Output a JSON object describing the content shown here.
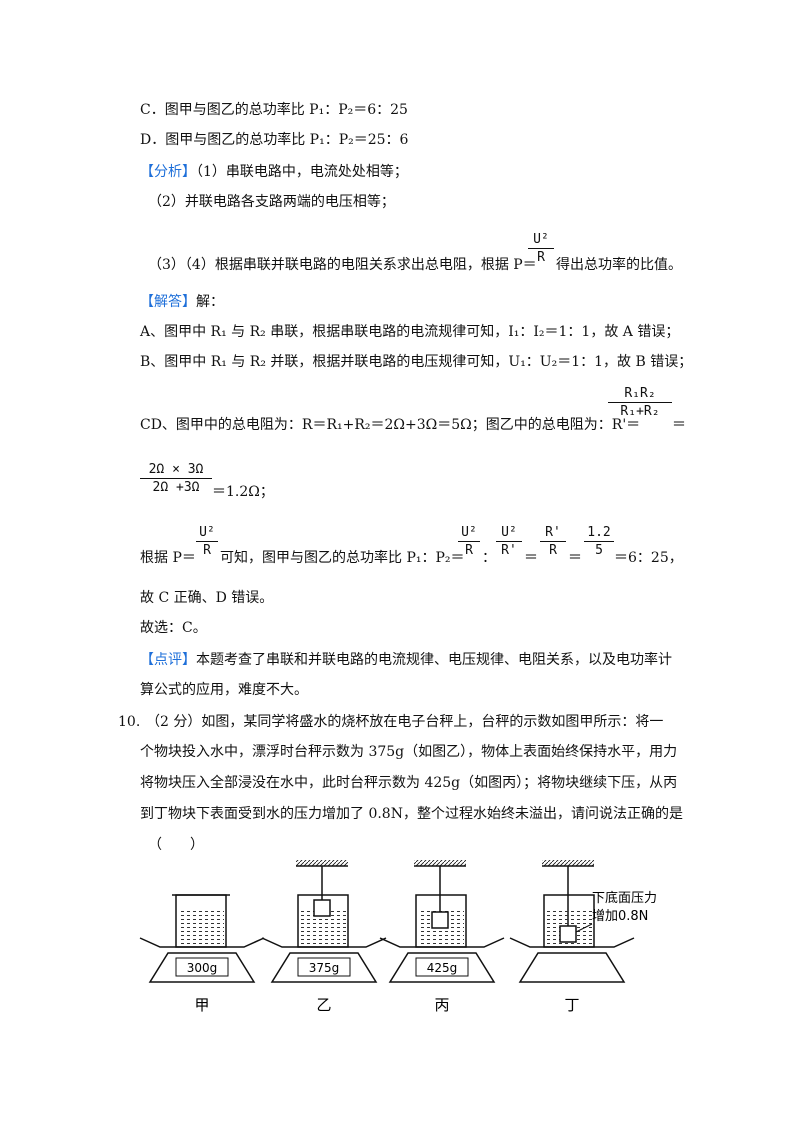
{
  "options": {
    "c": "C．图甲与图乙的总功率比 P₁：P₂＝6：25",
    "d": "D．图甲与图乙的总功率比 P₁：P₂＝25：6"
  },
  "analysis": {
    "tag": "【分析】",
    "p1": "（1）串联电路中，电流处处相等；",
    "p2": "（2）并联电路各支路两端的电压相等；",
    "p3_before": "（3）（4）根据串联并联电路的电阻关系求出总电阻，根据 P＝",
    "p3_after": "得出总功率的比值。",
    "formula_num": "U²",
    "formula_den": "R"
  },
  "answer": {
    "tag": "【解答】",
    "label": "解：",
    "a": "A、图甲中 R₁ 与 R₂ 串联，根据串联电路的电流规律可知，I₁：I₂＝1：1，故 A 错误；",
    "b": "B、图甲中 R₁ 与 R₂ 并联，根据并联电路的电压规律可知，U₁：U₂＝1：1，故 B 错误；",
    "cd": "CD、图甲中的总电阻为：R＝R₁+R₂＝2Ω+3Ω＝5Ω；图乙中的总电阻为：R'＝",
    "cd_frac_num": "R₁R₂",
    "cd_frac_den": "R₁+R₂",
    "cd_eq": "＝",
    "calc_num": "2Ω × 3Ω",
    "calc_den": "2Ω +3Ω",
    "calc_result": "＝1.2Ω；",
    "ratio_before": "根据 P＝",
    "ratio_mid": "可知，图甲与图乙的总功率比 P₁：P₂＝",
    "ratio_sep": "：",
    "ratio_eq1": "＝",
    "ratio_eq2": "＝",
    "ratio_result": "＝6：25，",
    "f_u2": "U²",
    "f_r": "R",
    "f_rp": "R'",
    "f_12": "1.2",
    "f_5": "5",
    "conclusion": "故 C 正确、D 错误。",
    "choice": "故选：C。"
  },
  "comment": {
    "tag": "【点评】",
    "text1": "本题考查了串联和并联电路的电流规律、电压规律、电阻关系，以及电功率计",
    "text2": "算公式的应用，难度不大。"
  },
  "question10": {
    "number": "10.",
    "line1": "（2 分）如图，某同学将盛水的烧杯放在电子台秤上，台秤的示数如图甲所示：将一",
    "line2": "个物块投入水中，漂浮时台秤示数为 375g（如图乙），物体上表面始终保持水平，用力",
    "line3": "将物块压入全部浸没在水中，此时台秤示数为 425g（如图丙）；将物块继续下压，从丙",
    "line4": "到丁物块下表面受到水的压力增加了 0.8N，整个过程水始终未溢出，请问说法正确的是",
    "line5": "（　　）"
  },
  "figure": {
    "scales": [
      "300g",
      "375g",
      "425g"
    ],
    "captions": [
      "甲",
      "乙",
      "丙",
      "丁"
    ],
    "annotation_line1": "下底面压力",
    "annotation_line2": "增加0.8N"
  }
}
